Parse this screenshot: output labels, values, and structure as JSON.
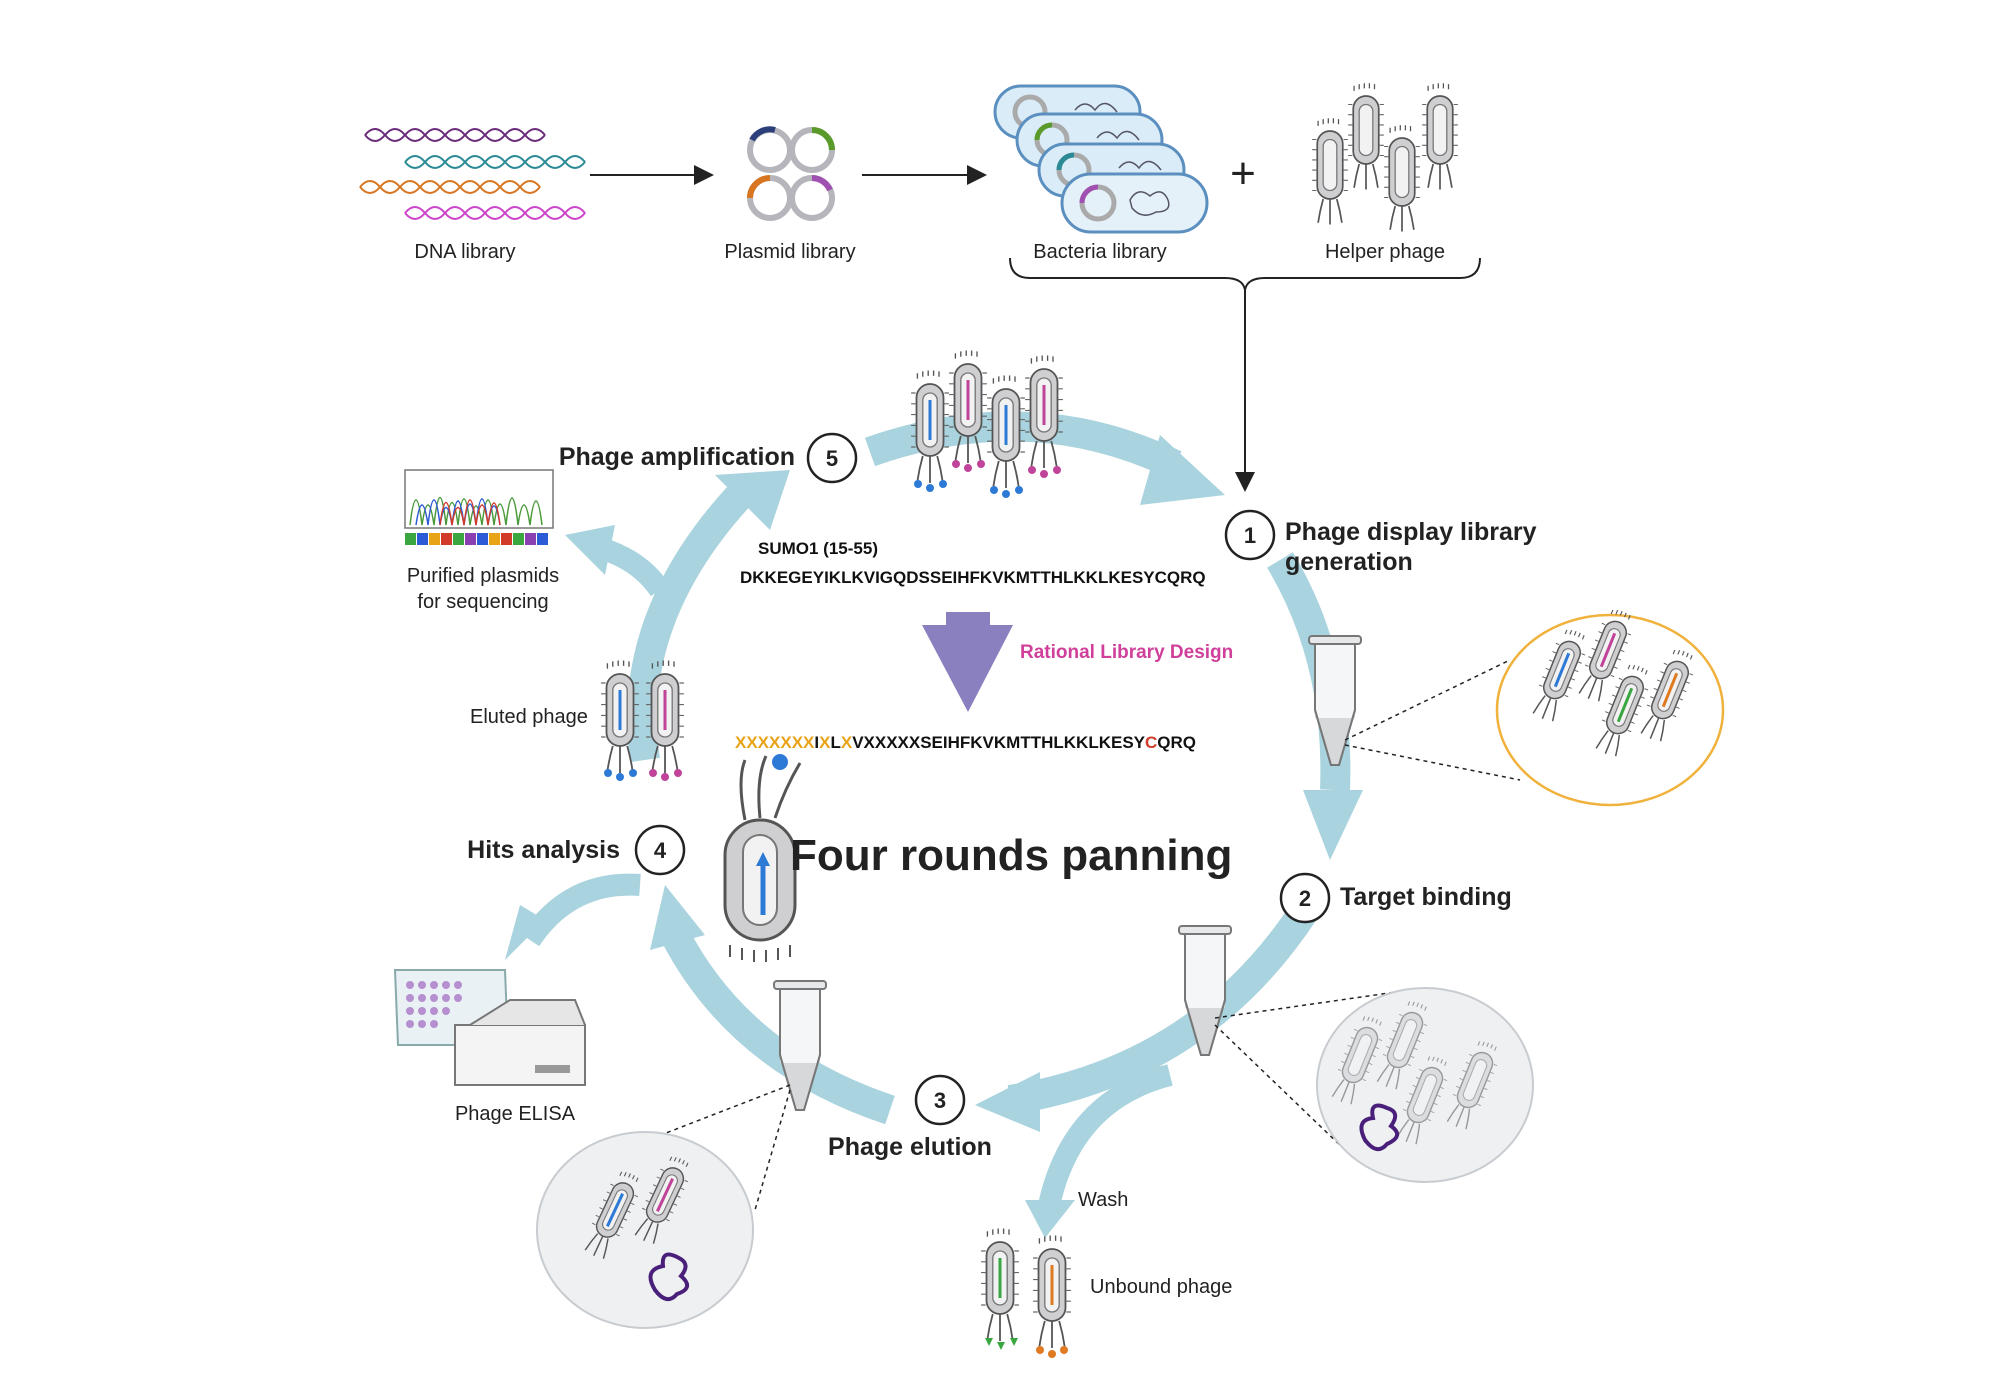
{
  "top": {
    "dna_label": "DNA library",
    "plasmid_label": "Plasmid library",
    "bacteria_label": "Bacteria library",
    "helper_label": "Helper phage",
    "plus": "+"
  },
  "cycle": {
    "step1": {
      "num": "1",
      "line1": "Phage display library",
      "line2": "generation"
    },
    "step2": {
      "num": "2",
      "label": "Target binding"
    },
    "step3": {
      "num": "3",
      "label": "Phage elution"
    },
    "step4": {
      "num": "4",
      "label": "Hits analysis"
    },
    "step5": {
      "num": "5",
      "label": "Phage amplification"
    }
  },
  "center": {
    "sumo_title": "SUMO1 (15-55)",
    "sumo_seq": "DKKEGEYIKLKVIGQDSSEIHFKVKMTTHLKKLKESYCQRQ",
    "design_label": "Rational Library Design",
    "lib_seq": {
      "p1": "XXXXXXX",
      "p2": "I",
      "p3": "X",
      "p4": "L",
      "p5": "X",
      "p6": "VXXXXXSEIHFKVKMTTHLKKLKESY",
      "p7": "C",
      "p8": "QRQ"
    },
    "panning_label": "Four rounds panning"
  },
  "side": {
    "purified_line1": "Purified plasmids",
    "purified_line2": "for sequencing",
    "eluted_label": "Eluted phage",
    "elisa_label": "Phage ELISA",
    "wash_label": "Wash",
    "unbound_label": "Unbound phage"
  },
  "colors": {
    "arrow": "#a9d3de",
    "design_triangle": "#8a80bf",
    "design_text": "#d0409a",
    "lib_x": "#e8a317",
    "lib_c": "#d23a2a",
    "circle_highlight": "#f0b23c"
  }
}
